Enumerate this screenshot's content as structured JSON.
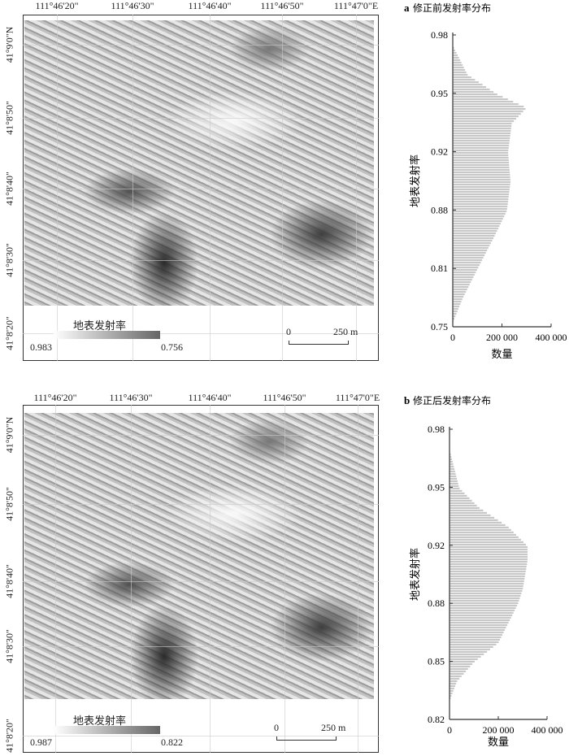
{
  "panels": [
    {
      "lon_labels": [
        "111°46'20\"",
        "111°46'30\"",
        "111°46'40\"",
        "111°46'50\"",
        "111°47'0\"E"
      ],
      "lat_labels": [
        "41°9'0\"N",
        "41°8'50\"",
        "41°8'40\"",
        "41°8'30\"",
        "41°8'20\""
      ],
      "legend_title": "地表发射率",
      "legend_max": "0.983",
      "legend_min": "0.756",
      "scale_start": "0",
      "scale_end": "250 m"
    },
    {
      "lon_labels": [
        "111°46'20\"",
        "111°46'30\"",
        "111°46'40\"",
        "111°46'50\"",
        "111°47'0\"E"
      ],
      "lat_labels": [
        "41°9'0\"N",
        "41°8'50\"",
        "41°8'40\"",
        "41°8'30\"",
        "41°8'20\""
      ],
      "legend_title": "地表发射率",
      "legend_max": "0.987",
      "legend_min": "0.822",
      "scale_start": "0",
      "scale_end": "250 m"
    }
  ],
  "chart_data": [
    {
      "type": "bar",
      "orientation": "horizontal",
      "letter": "a",
      "title": "修正前发射率分布",
      "xlabel": "数量",
      "ylabel": "地表发射率",
      "xlim": [
        0,
        400000
      ],
      "xticks": [
        "0",
        "200 000",
        "400 000"
      ],
      "yticks": [
        "0.98",
        "0.95",
        "0.92",
        "0.88",
        "0.81",
        "0.75"
      ],
      "points": [
        [
          0.975,
          0
        ],
        [
          0.96,
          60000
        ],
        [
          0.95,
          180000
        ],
        [
          0.943,
          300000
        ],
        [
          0.935,
          240000
        ],
        [
          0.92,
          225000
        ],
        [
          0.9,
          235000
        ],
        [
          0.88,
          220000
        ],
        [
          0.85,
          170000
        ],
        [
          0.81,
          100000
        ],
        [
          0.78,
          40000
        ],
        [
          0.755,
          0
        ]
      ]
    },
    {
      "type": "bar",
      "orientation": "horizontal",
      "letter": "b",
      "title": "修正后发射率分布",
      "xlabel": "数量",
      "ylabel": "地表发射率",
      "xlim": [
        0,
        400000
      ],
      "xticks": [
        "0",
        "200 000",
        "400 000"
      ],
      "yticks": [
        "0.98",
        "0.95",
        "0.92",
        "0.88",
        "0.85",
        "0.82"
      ],
      "points": [
        [
          0.97,
          0
        ],
        [
          0.95,
          40000
        ],
        [
          0.94,
          120000
        ],
        [
          0.93,
          240000
        ],
        [
          0.92,
          320000
        ],
        [
          0.91,
          320000
        ],
        [
          0.89,
          300000
        ],
        [
          0.88,
          280000
        ],
        [
          0.86,
          200000
        ],
        [
          0.85,
          100000
        ],
        [
          0.84,
          30000
        ],
        [
          0.83,
          0
        ]
      ]
    }
  ],
  "colors": {
    "bar": "#c8c8c8",
    "axis": "#333333"
  }
}
